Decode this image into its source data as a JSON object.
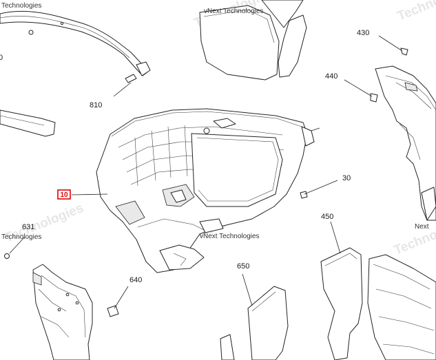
{
  "callouts": {
    "c10": "10",
    "c30": "30",
    "c430": "430",
    "c440": "440",
    "c450": "450",
    "c631": "631",
    "c640": "640",
    "c650": "650",
    "c810": "810",
    "c0": "0"
  },
  "watermark": {
    "line1": "vNext Technologies",
    "line2": "Technologies",
    "short": "Next",
    "brand": "Techno"
  },
  "colors": {
    "highlight": "#e00000",
    "stroke": "#222222"
  }
}
